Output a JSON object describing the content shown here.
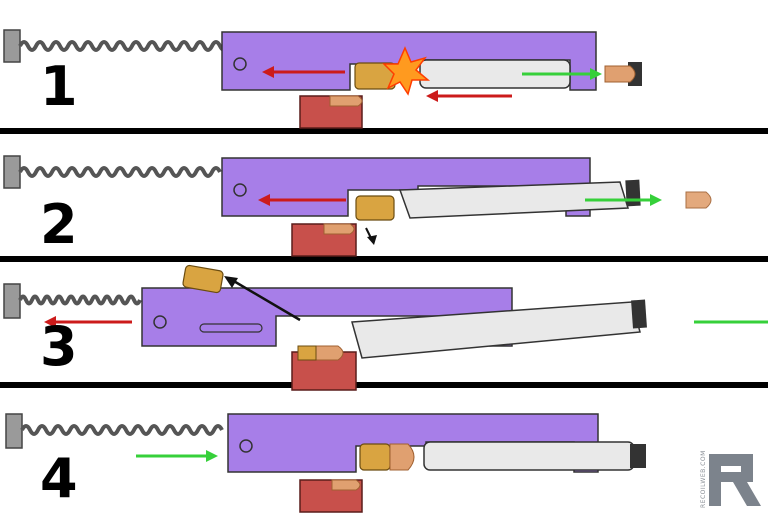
{
  "steps": [
    {
      "label": "1"
    },
    {
      "label": "2"
    },
    {
      "label": "3"
    },
    {
      "label": "4"
    }
  ],
  "colors": {
    "slide": "#a77ee8",
    "barrel": "#e9e9e9",
    "magazine": "#c8504b",
    "brass": "#d9a441",
    "bullet": "#e0a070",
    "arrow_red": "#cc1b1b",
    "arrow_green": "#36d03a",
    "arrow_black": "#111111",
    "spring": "#555555",
    "flash": "#ff9a1f"
  },
  "watermark": {
    "logo": "R",
    "vertical_text": "RECOILWEB.COM"
  }
}
